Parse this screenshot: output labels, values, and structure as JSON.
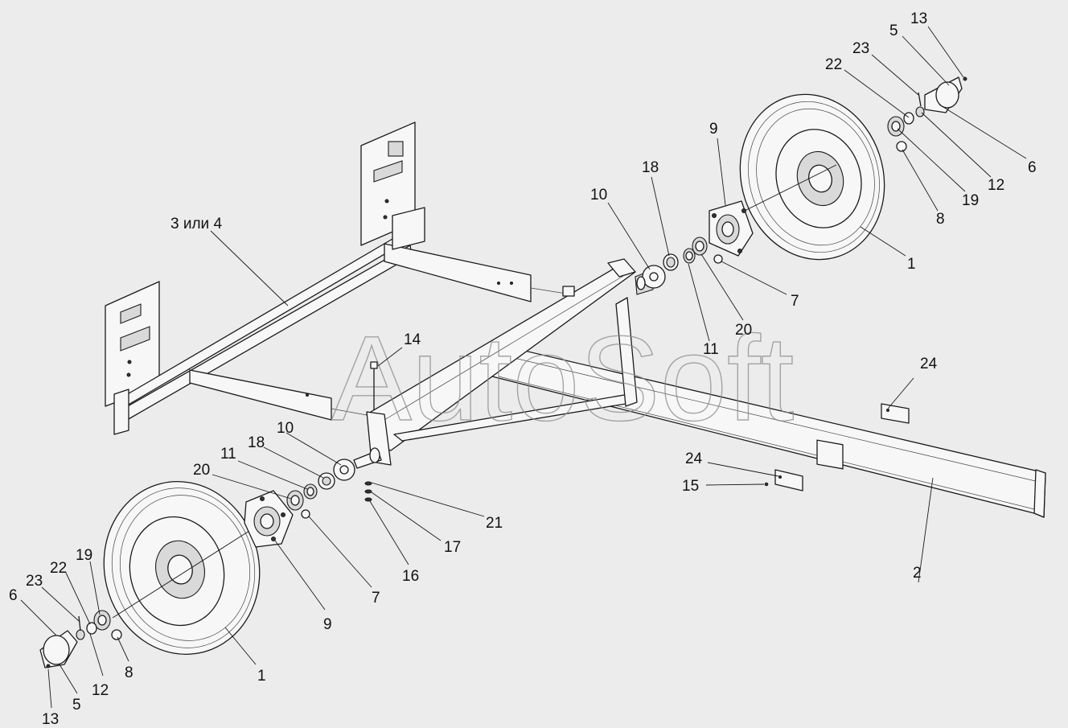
{
  "watermark": "AutoSoft",
  "callouts": [
    {
      "id": "c-3-4",
      "text": "3 или 4"
    },
    {
      "id": "c-2",
      "text": "2"
    },
    {
      "id": "c-14",
      "text": "14"
    },
    {
      "id": "c-24a",
      "text": "24"
    },
    {
      "id": "c-24b",
      "text": "24"
    },
    {
      "id": "c-15",
      "text": "15"
    },
    {
      "id": "c-r13",
      "text": "13"
    },
    {
      "id": "c-r5",
      "text": "5"
    },
    {
      "id": "c-r23",
      "text": "23"
    },
    {
      "id": "c-r22",
      "text": "22"
    },
    {
      "id": "c-r6",
      "text": "6"
    },
    {
      "id": "c-r12",
      "text": "12"
    },
    {
      "id": "c-r19",
      "text": "19"
    },
    {
      "id": "c-r8",
      "text": "8"
    },
    {
      "id": "c-r9",
      "text": "9"
    },
    {
      "id": "c-r18",
      "text": "18"
    },
    {
      "id": "c-r10",
      "text": "10"
    },
    {
      "id": "c-r1",
      "text": "1"
    },
    {
      "id": "c-r7",
      "text": "7"
    },
    {
      "id": "c-r20",
      "text": "20"
    },
    {
      "id": "c-r11",
      "text": "11"
    },
    {
      "id": "c-l10",
      "text": "10"
    },
    {
      "id": "c-l18",
      "text": "18"
    },
    {
      "id": "c-l11",
      "text": "11"
    },
    {
      "id": "c-l20",
      "text": "20"
    },
    {
      "id": "c-l21",
      "text": "21"
    },
    {
      "id": "c-l17",
      "text": "17"
    },
    {
      "id": "c-l16",
      "text": "16"
    },
    {
      "id": "c-l7",
      "text": "7"
    },
    {
      "id": "c-l9",
      "text": "9"
    },
    {
      "id": "c-l1",
      "text": "1"
    },
    {
      "id": "c-l8",
      "text": "8"
    },
    {
      "id": "c-l19",
      "text": "19"
    },
    {
      "id": "c-l22",
      "text": "22"
    },
    {
      "id": "c-l23",
      "text": "23"
    },
    {
      "id": "c-l6",
      "text": "6"
    },
    {
      "id": "c-l12",
      "text": "12"
    },
    {
      "id": "c-l5",
      "text": "5"
    },
    {
      "id": "c-l13",
      "text": "13"
    }
  ]
}
